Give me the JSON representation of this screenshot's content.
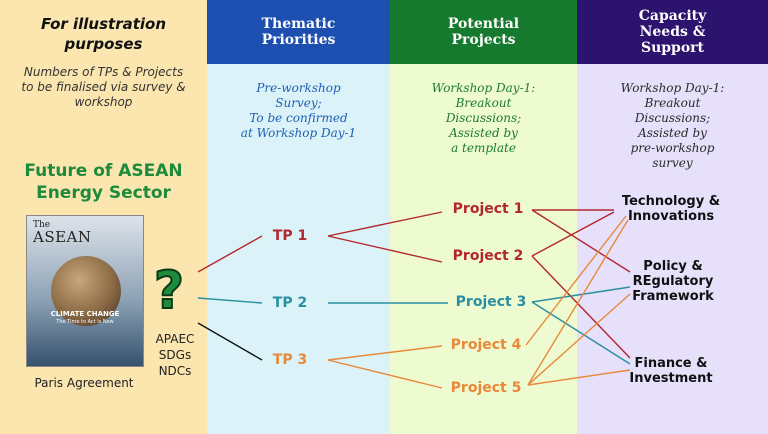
{
  "left_panel": {
    "illustration_title": "For illustration\npurposes",
    "illustration_note": "Numbers of TPs & Projects\nto be finalised via survey &\nworkshop",
    "future_title": "Future of  ASEAN\nEnergy Sector",
    "magazine": {
      "the": "The",
      "name": "ASEAN",
      "headline": "CLIMATE CHANGE",
      "subheadline": "The Time to Act is Now"
    },
    "paris_label": "Paris Agreement",
    "frameworks": "APAEC\nSDGs\nNDCs",
    "question_mark": "?"
  },
  "columns": {
    "thematic": {
      "header": "Thematic\nPriorities",
      "note": "Pre-workshop\nSurvey;\nTo be confirmed\nat Workshop Day-1"
    },
    "projects": {
      "header": "Potential\nProjects",
      "note": "Workshop Day-1:\nBreakout\nDiscussions;\nAssisted by\na template"
    },
    "capacity": {
      "header": "Capacity\nNeeds &\nSupport",
      "note": "Workshop Day-1:\nBreakout\nDiscussions;\nAssisted by\npre-workshop\nsurvey"
    }
  },
  "thematic_priorities": [
    {
      "label": "TP 1",
      "color": "#b3262d"
    },
    {
      "label": "TP 2",
      "color": "#2a8fa0"
    },
    {
      "label": "TP 3",
      "color": "#e8893a"
    }
  ],
  "projects": [
    {
      "label": "Project 1",
      "color": "#b3262d"
    },
    {
      "label": "Project 2",
      "color": "#b3262d"
    },
    {
      "label": "Project 3",
      "color": "#2a8fa0"
    },
    {
      "label": "Project 4",
      "color": "#e8893a"
    },
    {
      "label": "Project 5",
      "color": "#e8893a"
    }
  ],
  "capacity_needs": [
    {
      "label": "Technology &\nInnovations"
    },
    {
      "label": "Policy &\nREgulatory\nFramework"
    },
    {
      "label": "Finance &\nInvestment"
    }
  ],
  "colors": {
    "red": "#b3262d",
    "teal": "#2a8fa0",
    "orange": "#e8893a",
    "black": "#111111",
    "green": "#1e8a3c"
  }
}
